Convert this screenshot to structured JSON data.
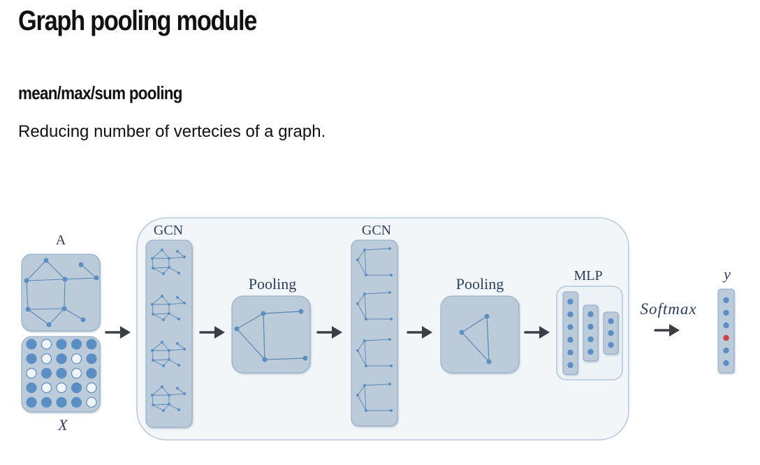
{
  "page": {
    "title": "Graph pooling module",
    "section_title": "mean/max/sum pooling",
    "description": "Reducing number of vertecies of a graph."
  },
  "diagram": {
    "input_adjacency_label": "A",
    "input_features_label": "X",
    "gcn1_label": "GCN",
    "pooling1_label": "Pooling",
    "gcn2_label": "GCN",
    "pooling2_label": "Pooling",
    "mlp_label": "MLP",
    "softmax_label": "Softmax",
    "output_label": "y",
    "colors": {
      "panel_fill": "#f3f6f9",
      "panel_stroke": "#b4c9dc",
      "box_fill": "#bccbd9",
      "box_stroke": "#8ea8c2",
      "node": "#5b8fc4",
      "edge": "#5a86b2",
      "highlight_node": "#d2404a",
      "label": "#2c3f5c"
    }
  }
}
